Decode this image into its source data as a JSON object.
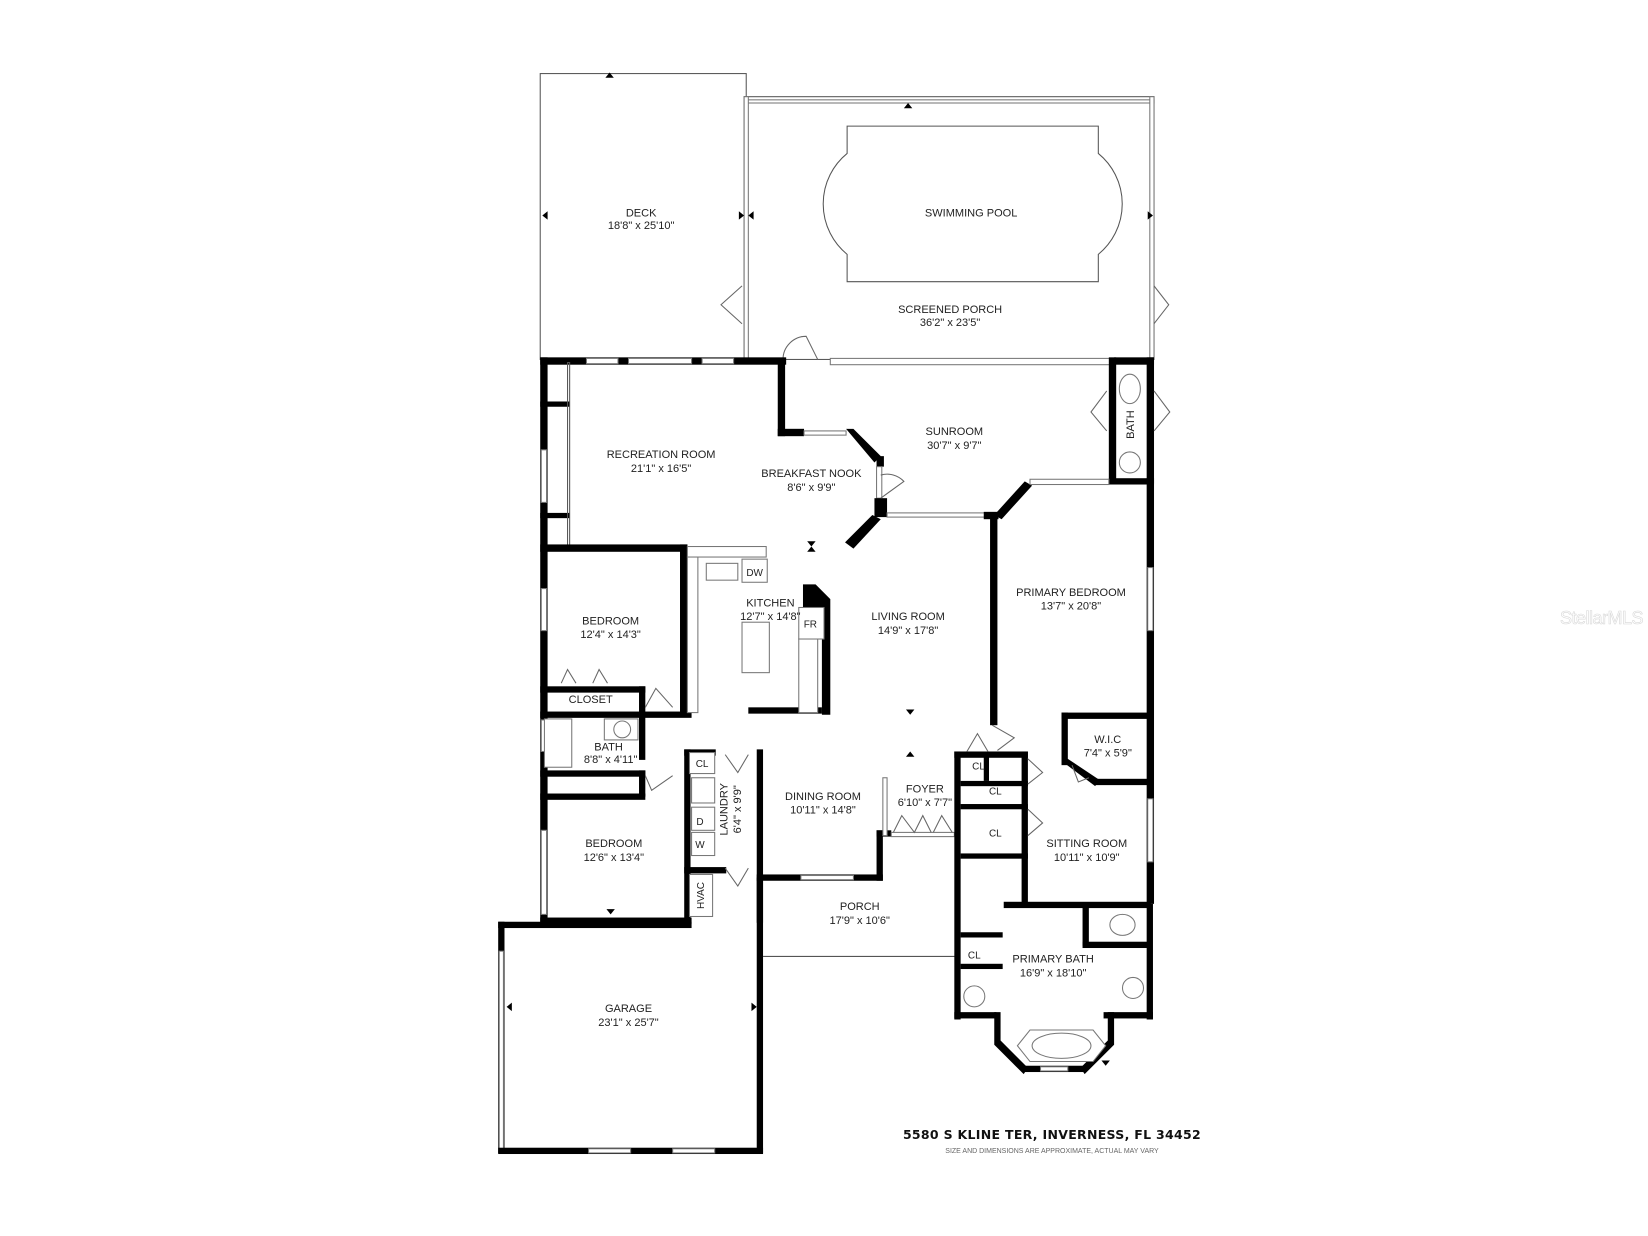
{
  "floorplan": {
    "address": "5580 S KLINE TER, INVERNESS, FL 34452",
    "disclaimer": "SIZE AND DIMENSIONS ARE APPROXIMATE, ACTUAL MAY VARY",
    "watermark": "StellarMLS",
    "rooms": {
      "deck": {
        "name": "DECK",
        "dims": "18'8\" x 25'10\""
      },
      "pool": {
        "name": "SWIMMING POOL"
      },
      "screened_porch": {
        "name": "SCREENED PORCH",
        "dims": "36'2\" x 23'5\""
      },
      "recreation_room": {
        "name": "RECREATION ROOM",
        "dims": "21'1\" x 16'5\""
      },
      "breakfast_nook": {
        "name": "BREAKFAST NOOK",
        "dims": "8'6\" x 9'9\""
      },
      "sunroom": {
        "name": "SUNROOM",
        "dims": "30'7\" x 9'7\""
      },
      "bath_sunroom": {
        "name": "BATH"
      },
      "bedroom_1": {
        "name": "BEDROOM",
        "dims": "12'4\" x 14'3\""
      },
      "kitchen": {
        "name": "KITCHEN",
        "dims": "12'7\" x 14'8\""
      },
      "living_room": {
        "name": "LIVING ROOM",
        "dims": "14'9\" x 17'8\""
      },
      "primary_bedroom": {
        "name": "PRIMARY BEDROOM",
        "dims": "13'7\" x 20'8\""
      },
      "closet": {
        "name": "CLOSET"
      },
      "bath_hall": {
        "name": "BATH",
        "dims": "8'8\" x 4'11\""
      },
      "laundry": {
        "name": "LAUNDRY",
        "dims": "6'4\" x 9'9\""
      },
      "dining_room": {
        "name": "DINING ROOM",
        "dims": "10'11\" x 14'8\""
      },
      "foyer": {
        "name": "FOYER",
        "dims": "6'10\" x 7'7\""
      },
      "wic": {
        "name": "W.I.C",
        "dims": "7'4\" x 5'9\""
      },
      "bedroom_2": {
        "name": "BEDROOM",
        "dims": "12'6\" x 13'4\""
      },
      "sitting_room": {
        "name": "SITTING ROOM",
        "dims": "10'11\" x 10'9\""
      },
      "porch": {
        "name": "PORCH",
        "dims": "17'9\" x 10'6\""
      },
      "primary_bath": {
        "name": "PRIMARY BATH",
        "dims": "16'9\" x 18'10\""
      },
      "garage": {
        "name": "GARAGE",
        "dims": "23'1\" x 25'7\""
      }
    },
    "fixtures": {
      "dw": "DW",
      "fr": "FR",
      "dryer": "D",
      "washer": "W",
      "hvac": "HVAC",
      "cl": "CL"
    }
  }
}
